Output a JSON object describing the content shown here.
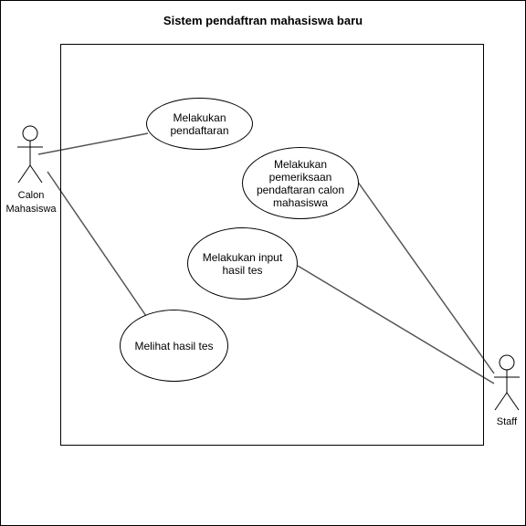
{
  "diagram": {
    "title": "Sistem pendaftran mahasiswa baru",
    "actors": {
      "calon": {
        "label_line1": "Calon",
        "label_line2": "Mahasiswa"
      },
      "staff": {
        "label": "Staff"
      }
    },
    "use_cases": {
      "pendaftaran": "Melakukan pendaftaran",
      "pemeriksaan": "Melakukan pemeriksaan pendaftaran calon mahasiswa",
      "input_hasil": "Melakukan input hasil tes",
      "lihat_hasil": "Melihat hasil tes"
    },
    "colors": {
      "stroke": "#000000",
      "association": "#555555",
      "background": "#ffffff"
    }
  }
}
